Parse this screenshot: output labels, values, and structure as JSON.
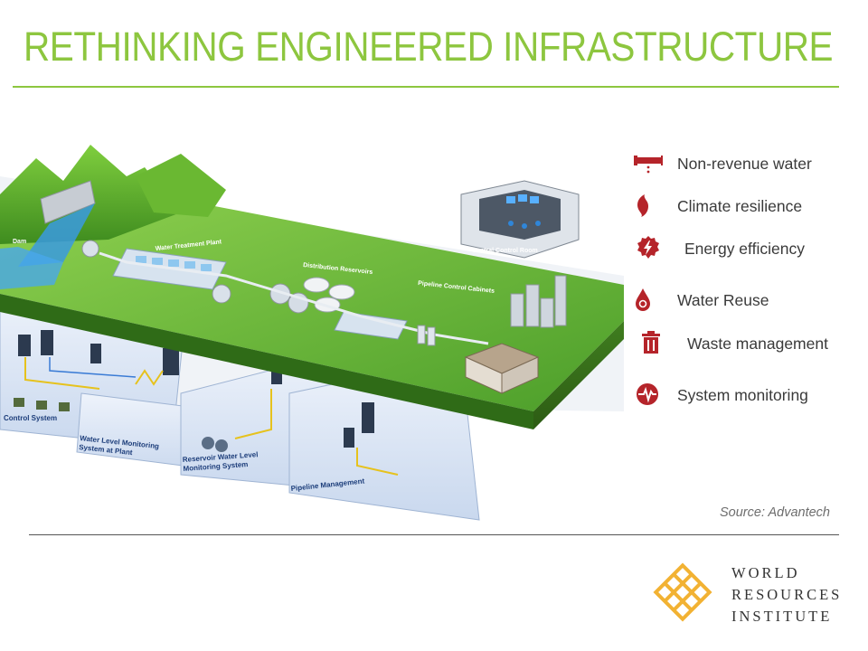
{
  "title": "RETHINKING ENGINEERED INFRASTRUCTURE",
  "diagram": {
    "labels": {
      "dam": "Dam",
      "water_treatment_plant": "Water Treatment Plant",
      "distribution_reservoirs": "Distribution Reservoirs",
      "pipeline_control_cabinets": "Pipeline Control Cabinets",
      "central_control_room": "Central Control Room",
      "control_system": "Control System",
      "water_level_monitoring": [
        "Water Level Monitoring",
        "System at Plant"
      ],
      "reservoir_water_level": [
        "Reservoir Water Level",
        "Monitoring System"
      ],
      "pipeline_management": "Pipeline Management"
    }
  },
  "legend": [
    {
      "icon": "leaking-pipe-icon",
      "label": "Non-revenue water"
    },
    {
      "icon": "leaf-icon",
      "label": "Climate resilience"
    },
    {
      "icon": "lightning-badge-icon",
      "label": "Energy efficiency"
    },
    {
      "icon": "water-drop-icon",
      "label": "Water Reuse"
    },
    {
      "icon": "trash-can-icon",
      "label": "Waste management"
    },
    {
      "icon": "heartbeat-icon",
      "label": "System monitoring"
    }
  ],
  "source": "Source: Advantech",
  "logo": {
    "lines": [
      "WORLD",
      "RESOURCES",
      "INSTITUTE"
    ]
  },
  "colors": {
    "accent_green": "#8dc63f",
    "icon_red": "#b5242a",
    "logo_gold": "#f2b233"
  }
}
